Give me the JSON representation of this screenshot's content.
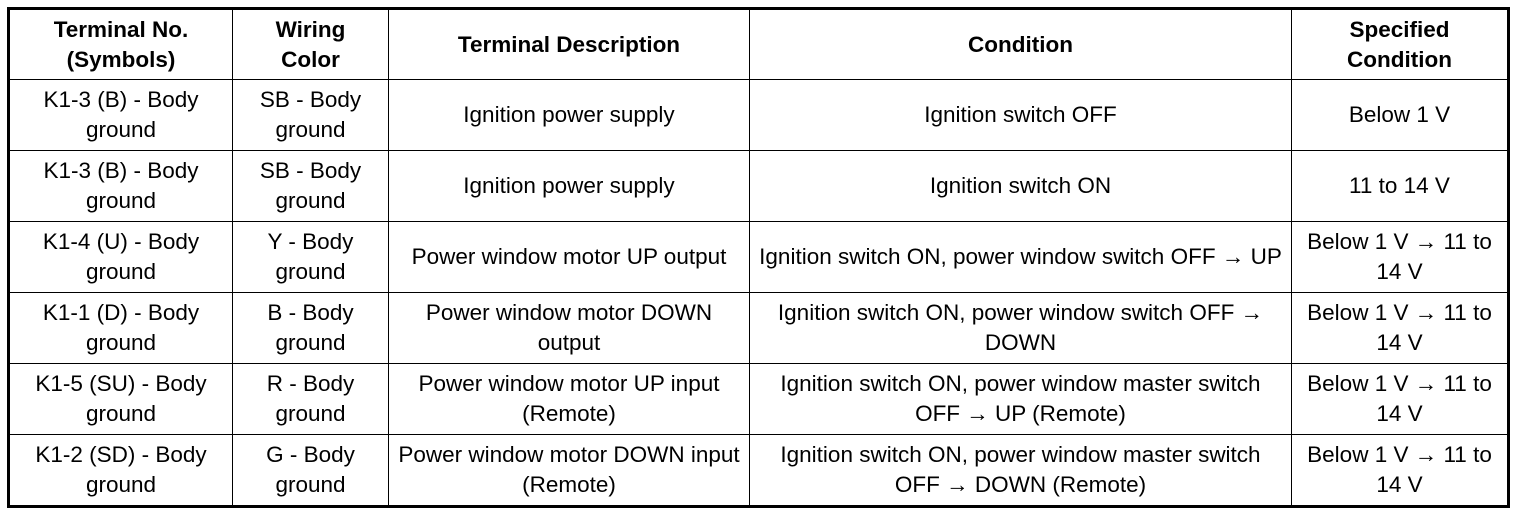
{
  "table": {
    "headers": [
      "Terminal No.\n(Symbols)",
      "Wiring\nColor",
      "Terminal Description",
      "Condition",
      "Specified\nCondition"
    ],
    "rows": [
      [
        "K1-3 (B) - Body ground",
        "SB - Body ground",
        "Ignition power supply",
        "Ignition switch OFF",
        "Below 1 V"
      ],
      [
        "K1-3 (B) - Body ground",
        "SB - Body ground",
        "Ignition power supply",
        "Ignition switch ON",
        "11 to 14 V"
      ],
      [
        "K1-4 (U) - Body ground",
        "Y - Body ground",
        "Power window motor UP output",
        "Ignition switch ON, power window switch OFF → UP",
        "Below 1 V → 11 to 14 V"
      ],
      [
        "K1-1 (D) - Body ground",
        "B - Body ground",
        "Power window motor DOWN output",
        "Ignition switch ON, power window switch OFF → DOWN",
        "Below 1 V → 11 to 14 V"
      ],
      [
        "K1-5 (SU) - Body ground",
        "R - Body ground",
        "Power window motor UP input (Remote)",
        "Ignition switch ON, power window master switch OFF → UP (Remote)",
        "Below 1 V → 11 to 14 V"
      ],
      [
        "K1-2 (SD) - Body ground",
        "G - Body ground",
        "Power window motor DOWN input (Remote)",
        "Ignition switch ON, power window master switch OFF → DOWN (Remote)",
        "Below 1 V → 11 to 14 V"
      ]
    ]
  }
}
